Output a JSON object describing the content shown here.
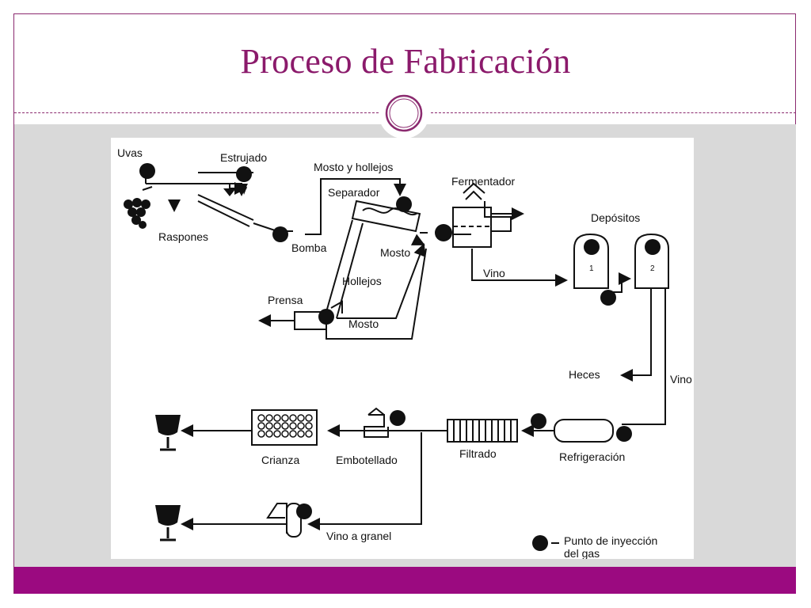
{
  "slide": {
    "title": "Proceso de Fabricación",
    "colors": {
      "accent": "#8b1a6b",
      "bar": "#9b0a80",
      "panel": "#d9d9d9"
    }
  },
  "diagram": {
    "labels": {
      "uvas": "Uvas",
      "estrujado": "Estrujado",
      "raspones": "Raspones",
      "bomba": "Bomba",
      "mosto_hollejos": "Mosto y hollejos",
      "separador": "Separador",
      "fermentador": "Fermentador",
      "mosto_sep": "Mosto",
      "hollejos": "Hollejos",
      "prensa": "Prensa",
      "mosto_prensa": "Mosto",
      "vino1": "Vino",
      "depositos": "Depósitos",
      "dep1": "1",
      "dep2": "2",
      "heces": "Heces",
      "vino2": "Vino",
      "refrigeracion": "Refrigeración",
      "filtrado": "Filtrado",
      "embotellado": "Embotellado",
      "crianza": "Crianza",
      "vino_granel": "Vino a granel",
      "legend1": "Punto de inyección",
      "legend2": "del gas"
    }
  }
}
